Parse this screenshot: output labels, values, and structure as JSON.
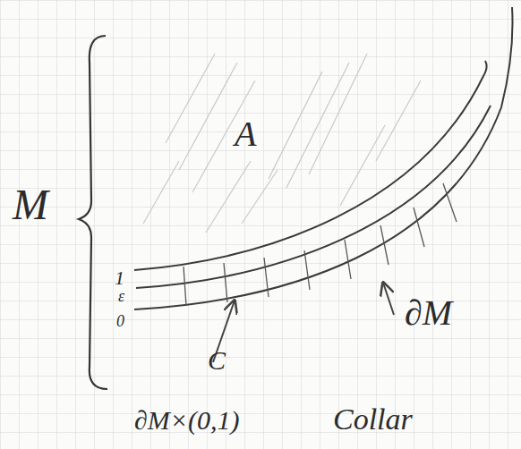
{
  "diagram": {
    "labels": [
      "M",
      "A",
      "1",
      "ε",
      "0",
      "C",
      "∂M",
      "∂M×(0,1)",
      "Collar"
    ]
  }
}
